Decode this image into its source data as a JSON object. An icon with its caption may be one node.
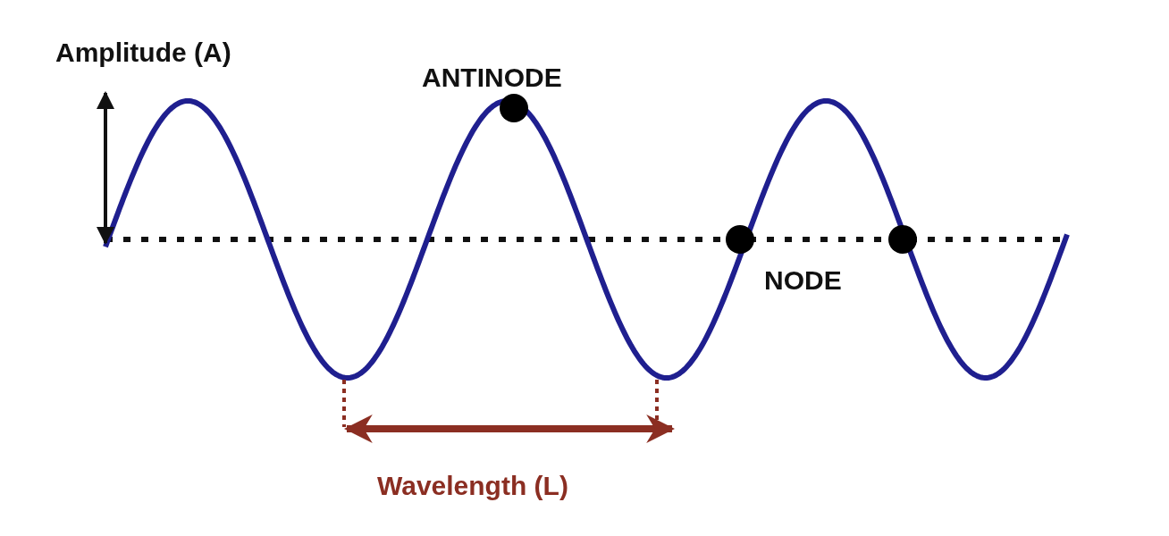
{
  "diagram": {
    "labels": [
      "Amplitude (A)",
      "ANTINODE",
      "NODE",
      "Wavelength (L)"
    ]
  }
}
